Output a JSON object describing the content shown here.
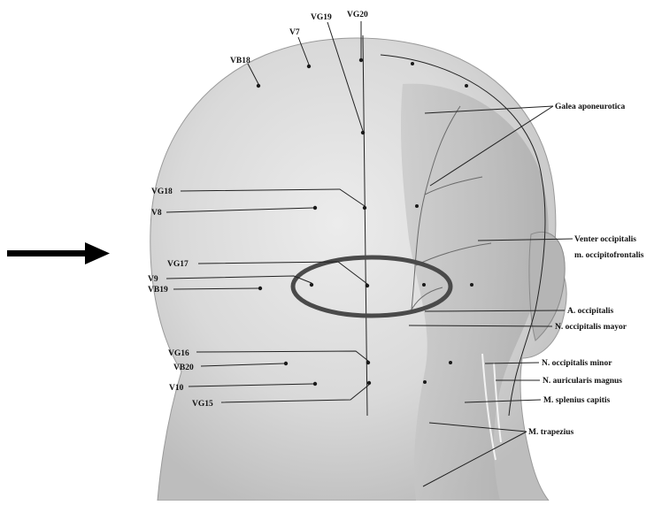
{
  "figure": {
    "points": {
      "vg20": "VG20",
      "vg19": "VG19",
      "v7": "V7",
      "vb18": "VB18",
      "vg18": "VG18",
      "v8": "V8",
      "vg17": "VG17",
      "v9": "V9",
      "vb19": "VB19",
      "vg16": "VG16",
      "vb20": "VB20",
      "v10": "V10",
      "vg15": "VG15"
    },
    "anatomy": {
      "galea": "Galea aponeurotica",
      "venter_1": "Venter occipitalis",
      "venter_2": "m. occipitofrontalis",
      "a_occipitalis": "A. occipitalis",
      "n_occ_mayor": "N. occipitalis mayor",
      "n_occ_minor": "N. occipitalis minor",
      "n_auricularis": "N. auricularis magnus",
      "m_splenius": "M. splenius capitis",
      "m_trapezius": "M. trapezius"
    },
    "colors": {
      "ink": "#111111",
      "paper": "#ffffff",
      "skin": "#d6d6d6"
    }
  }
}
